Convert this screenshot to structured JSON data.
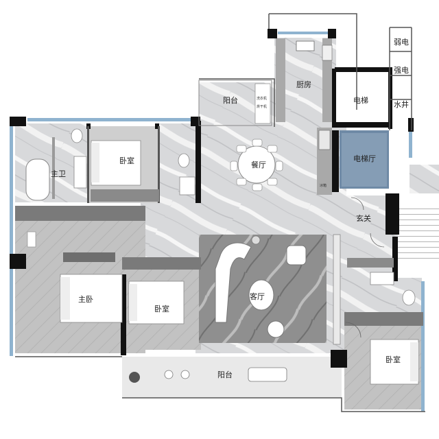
{
  "rooms": {
    "master_bath": "主卫",
    "bedroom_top": "卧室",
    "balcony_top": "阳台",
    "kitchen": "厨房",
    "elevator": "电梯",
    "elevator_hall": "电梯厅",
    "water_shaft": "水井",
    "weak_current": "弱电",
    "strong_current": "强电",
    "dining": "餐厅",
    "entrance": "玄关",
    "living": "客厅",
    "master_bedroom": "主卧",
    "bedroom_middle": "卧室",
    "bedroom_right": "卧室",
    "balcony_bottom": "阳台"
  },
  "appliance_labels": {
    "washer": "洗衣机",
    "dryer": "烘干机",
    "fridge": "冰箱"
  },
  "colors": {
    "wall": "#111111",
    "window": "#8fb3cf",
    "marble": "#d9dadc",
    "dark_floor": "#868686",
    "carpet": "#a8a8a8",
    "wood_floor": "#c9c9c9",
    "elevator_hall": "#6f8aa6"
  }
}
